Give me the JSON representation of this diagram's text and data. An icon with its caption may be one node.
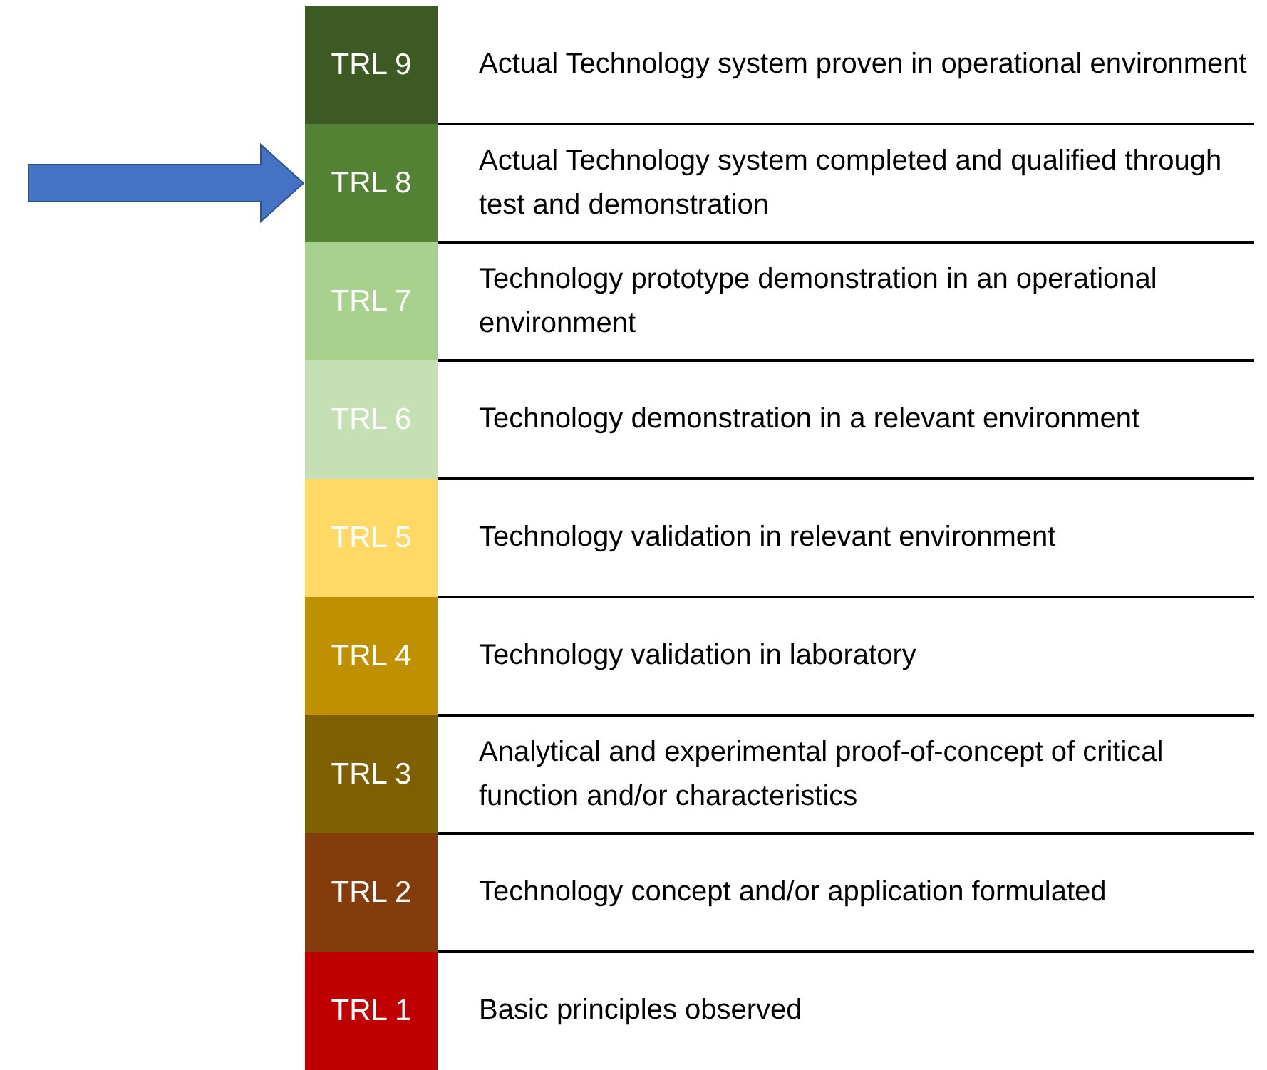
{
  "diagram": {
    "nodes": [
      {
        "text": [
          "TRL 9"
        ],
        "beside": [
          "Actual Technology system proven in operational environment"
        ]
      },
      {
        "text": [
          "TRL 8"
        ],
        "beside": [
          "Actual Technology system completed and qualified through test and demonstration"
        ]
      },
      {
        "text": [
          "TRL 7"
        ],
        "beside": [
          "Technology prototype demonstration in an operational environment"
        ]
      },
      {
        "text": [
          "TRL 6"
        ],
        "beside": [
          "Technology demonstration in a relevant environment"
        ]
      },
      {
        "text": [
          "TRL 5"
        ],
        "beside": [
          "Technology validation in relevant environment"
        ]
      },
      {
        "text": [
          "TRL 4"
        ],
        "beside": [
          "Technology validation in laboratory"
        ]
      },
      {
        "text": [
          "TRL 3"
        ],
        "beside": [
          "Analytical and experimental proof-of-concept of critical function and/or characteristics"
        ]
      },
      {
        "text": [
          "TRL 2"
        ],
        "beside": [
          "Technology concept and/or application formulated"
        ]
      },
      {
        "text": [
          "TRL 1"
        ],
        "beside": [
          "Basic principles observed"
        ]
      }
    ],
    "edges": [
      {
        "from": null,
        "to": 1,
        "arrow": "to"
      }
    ]
  }
}
